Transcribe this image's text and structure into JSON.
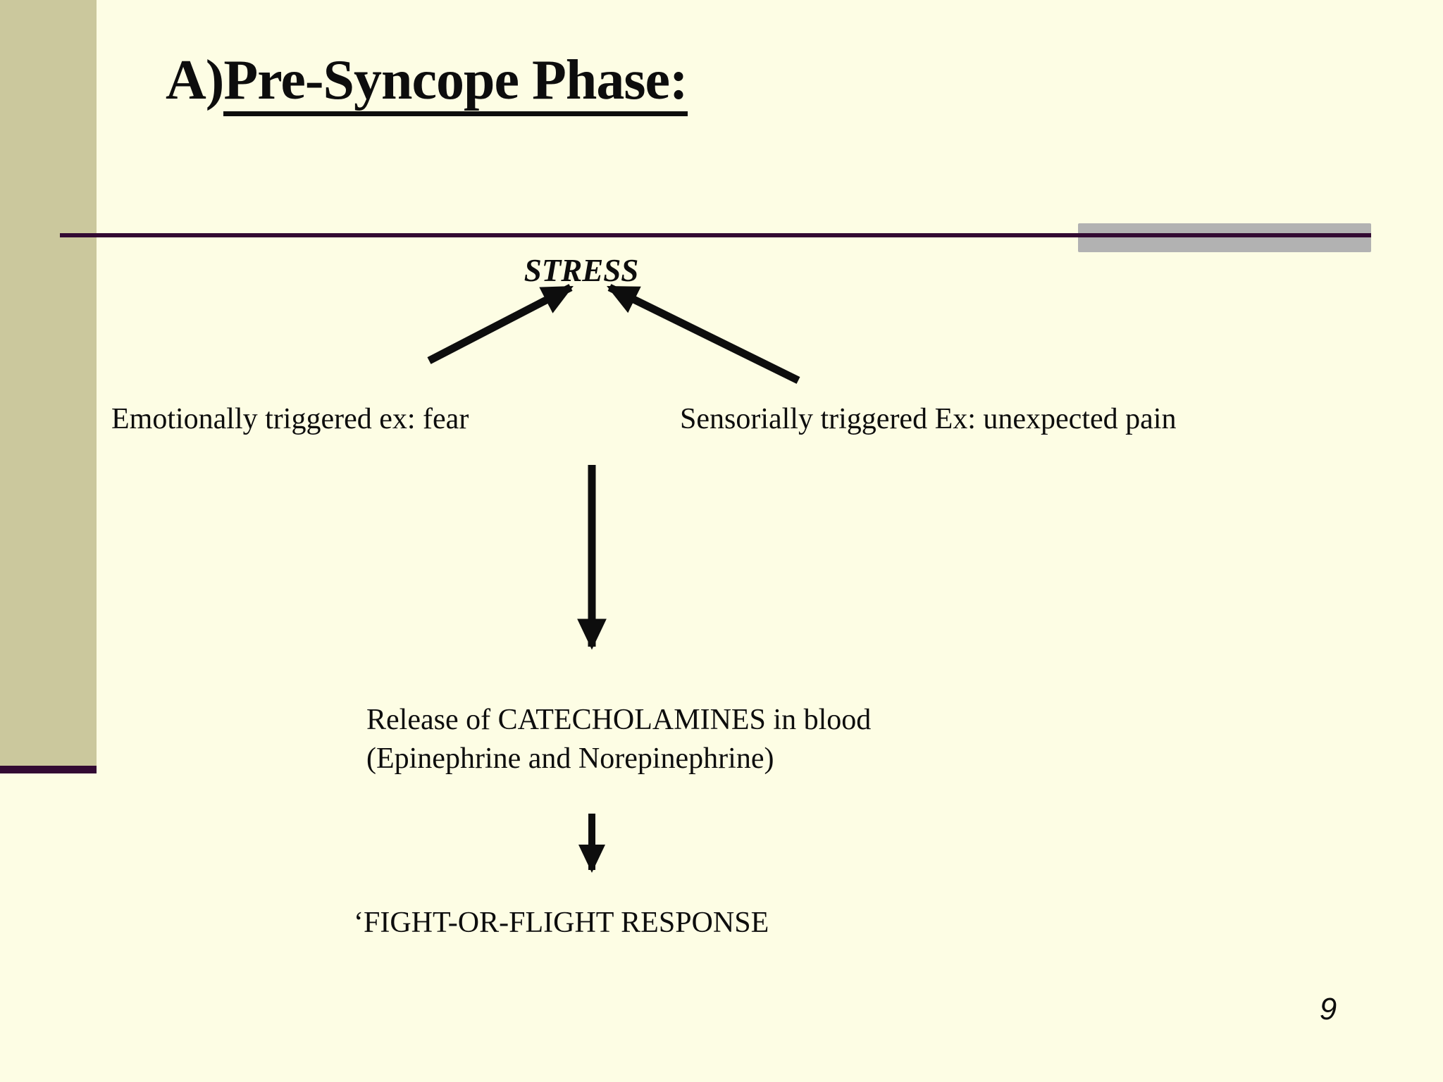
{
  "slide": {
    "title": {
      "prefix": "A)",
      "underlined": "Pre-Syncope Phase:"
    },
    "page_number": "9",
    "diagram": {
      "stress_label": "STRESS",
      "emotional_label": "Emotionally triggered ex: fear",
      "sensorial_label": "Sensorially triggered Ex: unexpected pain",
      "release_line1": "Release of CATECHOLAMINES in blood",
      "release_line2": "(Epinephrine and Norepinephrine)",
      "response_label": "‘FIGHT-OR-FLIGHT RESPONSE"
    },
    "colors": {
      "background": "#FDFDE4",
      "sidebar": "#CBC89D",
      "accent_line": "#330A33",
      "gray_bar": "#B2B2B2",
      "text": "#0D0D0D"
    }
  }
}
